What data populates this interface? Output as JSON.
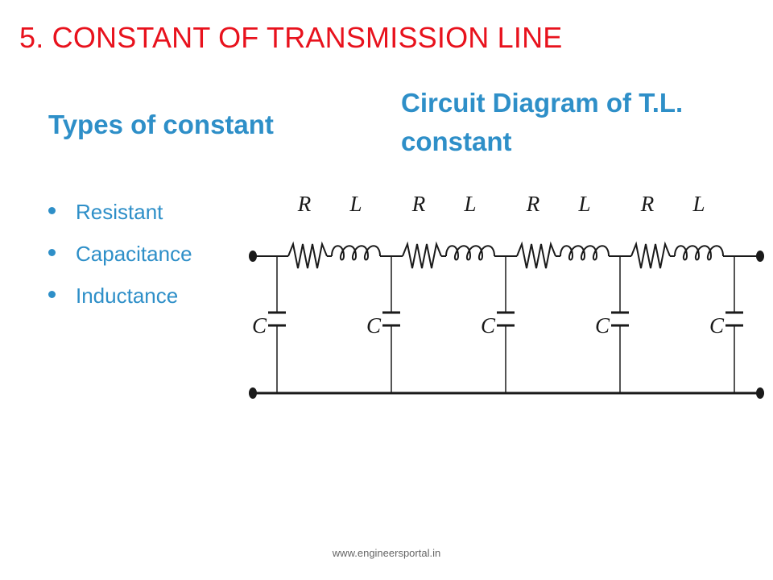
{
  "slide": {
    "title": "5. CONSTANT OF TRANSMISSION LINE",
    "types_heading": "Types of constant",
    "circuit_heading": "Circuit Diagram of T.L. constant",
    "constants": [
      "Resistant",
      "Capacitance",
      "Inductance"
    ],
    "footer": "www.engineersportal.in"
  },
  "diagram": {
    "sections": [
      {
        "resistor_label": "R",
        "inductor_label": "L",
        "capacitor_label": "C"
      },
      {
        "resistor_label": "R",
        "inductor_label": "L",
        "capacitor_label": "C"
      },
      {
        "resistor_label": "R",
        "inductor_label": "L",
        "capacitor_label": "C"
      },
      {
        "resistor_label": "R",
        "inductor_label": "L",
        "capacitor_label": "C"
      }
    ],
    "end_capacitor_label": "C"
  },
  "colors": {
    "title": "#e8121d",
    "heading": "#2e8fc8",
    "body_text": "#2e8fc8",
    "line": "#1a1a1a",
    "footer": "#666666"
  }
}
